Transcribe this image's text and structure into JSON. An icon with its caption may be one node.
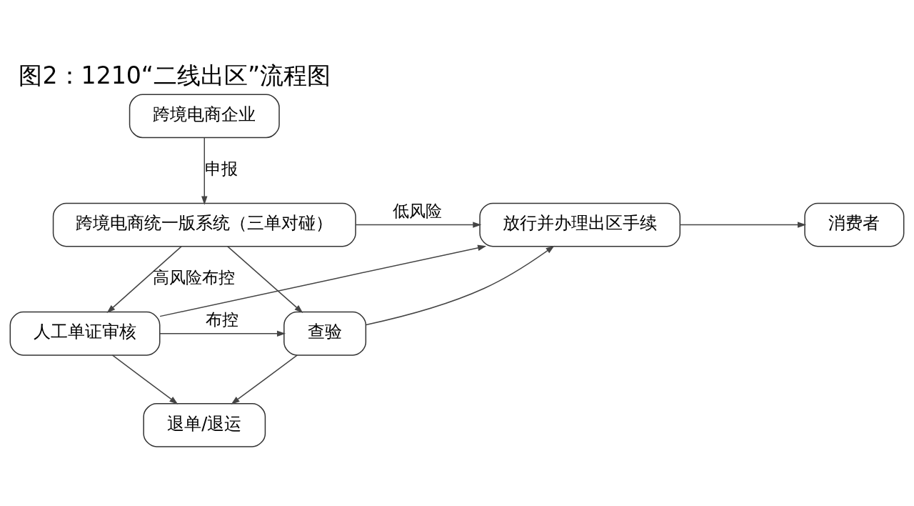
{
  "diagram": {
    "title": "图2：1210“二线出区”流程图",
    "nodes": [
      {
        "text": [
          "跨境电商企业"
        ]
      },
      {
        "text": [
          "跨境电商统一版系统（三单对碰）"
        ]
      },
      {
        "text": [
          "放行并办理出区手续"
        ]
      },
      {
        "text": [
          "消费者"
        ]
      },
      {
        "text": [
          "人工单证审核"
        ]
      },
      {
        "text": [
          "查验"
        ]
      },
      {
        "text": [
          "退单/退运"
        ]
      }
    ],
    "edges": [
      {
        "from": 0,
        "to": 1,
        "arrow": "to",
        "label": "申报"
      },
      {
        "from": 1,
        "to": 2,
        "arrow": "to",
        "label": "低风险"
      },
      {
        "from": 2,
        "to": 3,
        "arrow": "to"
      },
      {
        "from": 1,
        "to": 4,
        "arrow": "to",
        "label": "高风险布控"
      },
      {
        "from": 1,
        "to": 5,
        "arrow": "to"
      },
      {
        "from": 4,
        "to": 5,
        "arrow": "to",
        "label": "布控"
      },
      {
        "from": 5,
        "to": 2,
        "arrow": "to"
      },
      {
        "from": 4,
        "to": 2,
        "arrow": "to"
      },
      {
        "from": 4,
        "to": 6,
        "arrow": "to"
      },
      {
        "from": 5,
        "to": 6,
        "arrow": "to"
      }
    ]
  }
}
